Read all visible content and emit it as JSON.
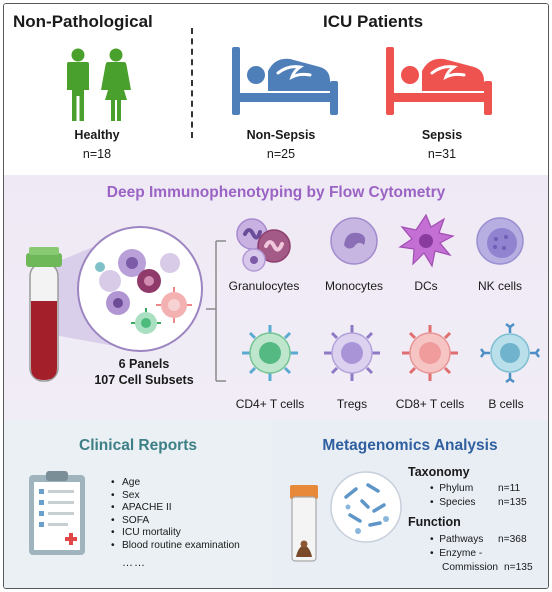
{
  "top": {
    "non_pathological": {
      "title": "Non-Pathological",
      "group_label": "Healthy",
      "count": "n=18"
    },
    "icu": {
      "title": "ICU Patients",
      "non_sepsis_label": "Non-Sepsis",
      "non_sepsis_count": "n=25",
      "sepsis_label": "Sepsis",
      "sepsis_count": "n=31"
    }
  },
  "middle": {
    "title": "Deep Immunophenotyping by Flow Cytometry",
    "panels": "6 Panels",
    "subsets": "107 Cell Subsets",
    "cells": [
      {
        "label": "Granulocytes"
      },
      {
        "label": "Monocytes"
      },
      {
        "label": "DCs"
      },
      {
        "label": "NK cells"
      },
      {
        "label": "CD4+ T cells"
      },
      {
        "label": "Tregs"
      },
      {
        "label": "CD8+ T cells"
      },
      {
        "label": "B cells"
      }
    ]
  },
  "clinical": {
    "title": "Clinical Reports",
    "items": [
      "Age",
      "Sex",
      "APACHE II",
      "SOFA",
      "ICU mortality",
      "Blood routine examination"
    ],
    "ellipsis": "……"
  },
  "metagenomics": {
    "title": "Metagenomics Analysis",
    "taxonomy": {
      "title": "Taxonomy",
      "rows": [
        {
          "label": "Phylum",
          "count": "n=11"
        },
        {
          "label": "Species",
          "count": "n=135"
        }
      ]
    },
    "function": {
      "title": "Function",
      "rows": [
        {
          "label": "Pathways",
          "count": "n=368"
        },
        {
          "label": "Enzyme -",
          "label2": "Commission",
          "count": "n=135"
        }
      ]
    }
  },
  "colors": {
    "healthy_green": "#4aa02c",
    "non_sepsis_blue": "#4f7fb8",
    "sepsis_red": "#ef5350",
    "purple_title": "#9a63c4",
    "teal_title": "#3c7f86",
    "navy_title": "#2f5f9f"
  }
}
